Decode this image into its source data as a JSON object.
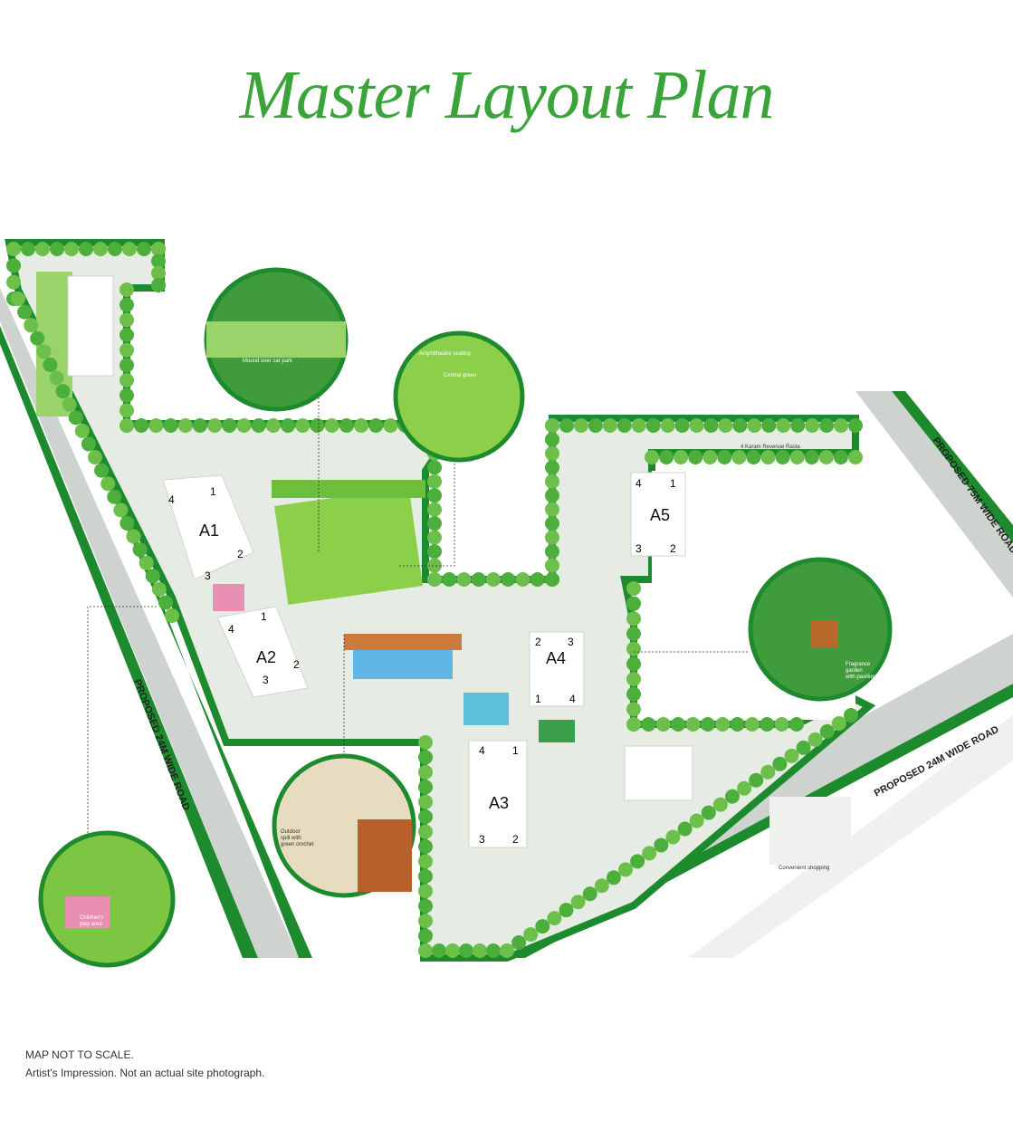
{
  "title": "Master Layout Plan",
  "towers": [
    {
      "name": "A1",
      "cores": [
        "4",
        "1",
        "2",
        "3"
      ]
    },
    {
      "name": "A2",
      "cores": [
        "4",
        "1",
        "2",
        "3"
      ]
    },
    {
      "name": "A3",
      "cores": [
        "4",
        "1",
        "3",
        "2"
      ]
    },
    {
      "name": "A4",
      "cores": [
        "2",
        "3",
        "1",
        "4"
      ]
    },
    {
      "name": "A5",
      "cores": [
        "4",
        "1",
        "3",
        "2"
      ]
    }
  ],
  "roads": {
    "west": "PROPOSED 24M WIDE ROAD",
    "east": "PROPOSED 75M WIDE ROAD",
    "south": "PROPOSED 24M WIDE ROAD",
    "rasta": "4 Karam Revenue Rasta"
  },
  "callouts": {
    "mound": "Mound over car park",
    "amphitheatre": "Amphitheatre seating",
    "central_green": "Central green",
    "fragrance_1": "Fragrance",
    "fragrance_2": "garden",
    "fragrance_3": "with pavilion",
    "outdoor_1": "Outdoor",
    "outdoor_2": "spill with",
    "outdoor_3": "green crochet",
    "play_1": "Children's",
    "play_2": "play area",
    "shopping": "Convenient shopping"
  },
  "notes": {
    "scale": "MAP NOT TO SCALE.",
    "impression": "Artist's Impression. Not an actual site photograph."
  },
  "colors": {
    "title": "#3aa43a",
    "dark_green": "#1e8a2e",
    "tree": "#4caf3c",
    "lawn": "#8ccf4a",
    "road": "#cfd3d0",
    "path": "#e6ece4"
  }
}
